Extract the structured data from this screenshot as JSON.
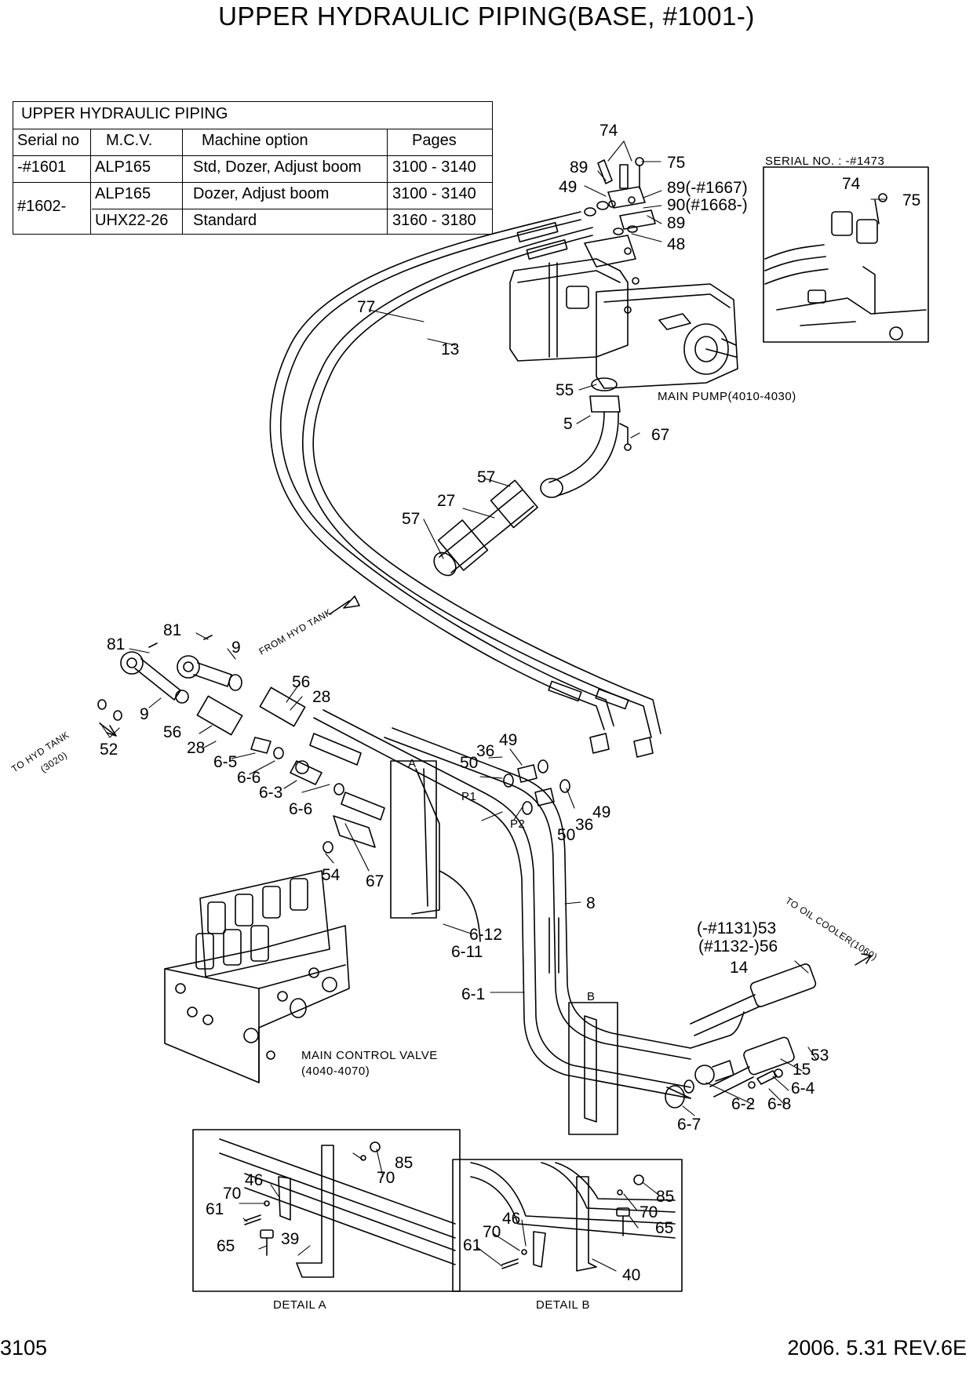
{
  "title": "UPPER HYDRAULIC PIPING(BASE, #1001-)",
  "table": {
    "heading": "UPPER HYDRAULIC PIPING",
    "columns": [
      "Serial no",
      "M.C.V.",
      "Machine option",
      "Pages"
    ],
    "rows": [
      {
        "serial": "-#1601",
        "mcv": "ALP165",
        "option": "Std, Dozer, Adjust boom",
        "pages": "3100 - 3140"
      },
      {
        "serial": "#1602-",
        "mcv": "ALP165",
        "option": "Dozer, Adjust boom",
        "pages": "3100 - 3140"
      },
      {
        "serial": "",
        "mcv": "UHX22-26",
        "option": "Standard",
        "pages": "3160 - 3180"
      }
    ]
  },
  "inset_label": "SERIAL NO. : -#1473",
  "component_labels": {
    "main_pump": "MAIN PUMP(4010-4030)",
    "mcv_line1": "MAIN CONTROL VALVE",
    "mcv_line2": "(4040-4070)",
    "from_tank": "FROM HYD TANK",
    "to_tank_1": "TO HYD TANK",
    "to_tank_2": "(3020)",
    "to_cooler": "TO OIL COOLER(1060)",
    "port_p1": "P1",
    "port_p2": "P2",
    "detail_a_mark": "A",
    "detail_b_mark": "B",
    "detail_a": "DETAIL A",
    "detail_b": "DETAIL B"
  },
  "callouts": {
    "c74": "74",
    "c75": "75",
    "c89a": "89",
    "c49a": "49",
    "c89s": "89(-#1667)",
    "c90s": "90(#1668-)",
    "c89b": "89",
    "c48": "48",
    "i74": "74",
    "i75": "75",
    "c77": "77",
    "c13": "13",
    "c55": "55",
    "c5": "5",
    "c67a": "67",
    "c57a": "57",
    "c27": "27",
    "c57b": "57",
    "c81a": "81",
    "c81b": "81",
    "c9a": "9",
    "c9b": "9",
    "c52": "52",
    "c56a": "56",
    "c28a": "28",
    "c56b": "56",
    "c28b": "28",
    "c65a": "6-5",
    "c66a": "6-6",
    "c63": "6-3",
    "c66b": "6-6",
    "c54": "54",
    "c67b": "67",
    "c49b": "49",
    "c36a": "36",
    "c50a": "50",
    "c49c": "49",
    "c36b": "36",
    "c50b": "50",
    "c8": "8",
    "c612": "6-12",
    "c611": "6-11",
    "c61": "6-1",
    "c53s": "(-#1131)53",
    "c56s": "(#1132-)56",
    "c14": "14",
    "c53": "53",
    "c15": "15",
    "c64": "6-4",
    "c62": "6-2",
    "c68": "6-8",
    "c67": "6-7",
    "a85": "85",
    "a70a": "70",
    "a46": "46",
    "a70b": "70",
    "a61": "61",
    "a65": "65",
    "a39": "39",
    "b85": "85",
    "b70a": "70",
    "b46": "46",
    "b70b": "70",
    "b61": "61",
    "b65": "65",
    "b40": "40"
  },
  "footer": {
    "page": "3105",
    "date_rev": "2006. 5.31  REV.6E"
  }
}
